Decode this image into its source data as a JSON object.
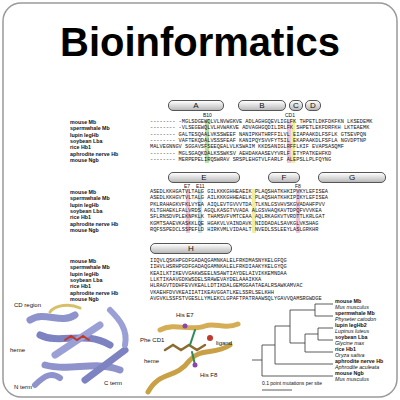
{
  "diagram": {
    "title": "Bioinformatics",
    "nodes": [
      {
        "text": [
          "A"
        ]
      },
      {
        "text": [
          "B"
        ]
      },
      {
        "text": [
          "C"
        ]
      },
      {
        "text": [
          "D"
        ]
      },
      {
        "text": [
          "E"
        ]
      },
      {
        "text": [
          "F"
        ]
      },
      {
        "text": [
          "G"
        ]
      },
      {
        "text": [
          "H"
        ]
      }
    ],
    "labels": [
      "mouse Mb",
      "-------- -MGLSDGEWQLVLNVWGKVE ADLAGHGQEVLIGLFK THPETLDKFDKFKN LKSEDEMK",
      "spermwhale Mb",
      "-------- -VLSEGEWQLVLHVWAKVE ADVAGHGQDILIRLFK SHPETLEKFDRFKH LKTEAEMK",
      "lupin legHb",
      "-------- GALTESQAALVKSSWEEF NANIPKHTHRFFILVL EIAPAAKDLFSFLK GTSEVPQN",
      "soybean Lba",
      "-------- VAFTEKQDALVSSSFEAF KANIPQYSVVFYTSIL EKAPAAKDLFSFLA NGVDPTNP",
      "rice Hb1",
      "MALVEGNNGV SGGAVSFSEEQEALVLKSWAIM KKDSANIGLRFFLKIF EVAPSASQMF",
      "aphrodite nerve Hb",
      "-------- MGLSGAQKDALKSSWKSV AEHDAKAASEVYVRLF ETYPATKEHFKD",
      "mouse Ngb",
      "-------- MERPEPELIRQSWRAV SRSPLEHGTVLFARLF ALEPSLLPLFQYNG",
      "mouse Mb",
      "ASEDLKKHGATVLTALG GILKKKGHHEAEIK PLAQSHATKHKIPVKYLEFISEA",
      "spermwhale Mb",
      "ASEDLKKHGVTVLTALG AILKKKGHHEAELK PLAQSHATKHKIPIKYLEFISEA",
      "lupin legHb",
      "PKLRAHAGKVFKLVYEA AIQLEVTGVVVTDA TLKNLGSVHVSKGVADAHFPVV",
      "soybean Lba",
      "KLTGHAEKLFALVRDS AGQLKASGTVVADA ALGSVHAQKAVTDPQFVVVKEA",
      "rice Hb1",
      "SFLRNSDVPLEKNPKLK THAMSVFVMTCEAA AQLRKAGKVTVRDTTLKRLGAT",
      "aphrodite nerve Hb",
      "KGMTSAAEVKASKKLQE HGAKVLVAINDAVK NIDDADALSAVKGLVKSHAG",
      "mouse Ngb",
      "RQFSSPEDCLSSPEFLD HIRKVMLVIDAALT NVEDLSSLEEYLASLGRKHR",
      "mouse Mb",
      "IIQVLQSKHPGDFGADAQGAMNKALELFRKDMASNYKELGFQG",
      "spermwhale Mb",
      "IIHVLHSRHPGDFGADAQGAMNKALELFRKDIAAKYKELGYQG",
      "lupin legHb",
      "KEAILKTIKEVVGAKWSEELNSAWTIAYDELAIVIKKEMNDAA",
      "soybean Lba",
      "LLKTIKAAVGDKWSDELSRAWEVAYDELAAAIKKA",
      "rice Hb1",
      "HLRAGVTDDHFEVVKEALLDTIKDALGEMGGAATAEALRSAWKAMVAC",
      "aphrodite nerve Hb",
      "VKAEHFDVVKEAIIATIKEAVGGATLKELSSRLSELKHH",
      "mouse Ngb",
      "AVGVKLSSFSTVGESLLYMLEKCLGPAFTPATRAAWSQLYGAVVQAMSRGWDGE",
      "B10",
      "CD1",
      "E7",
      "E11",
      "F8",
      "CD region",
      "heme",
      "N term",
      "C term",
      "His E7",
      "Phe CD1",
      "ligand",
      "heme",
      "His F8",
      "mouse Mb",
      "Mus musculus",
      "spermwhale Mb",
      "Physeter catodon",
      "lupin legHb2",
      "Lupinus luteus",
      "soybean Lba",
      "Glycine max",
      "rice Hb1",
      "Oryza sativa",
      "aphrodite nerve Hb",
      "Aphrodite aculeata",
      "mouse Ngb",
      "Mus musculus",
      "0.1 point mutations per site"
    ]
  }
}
